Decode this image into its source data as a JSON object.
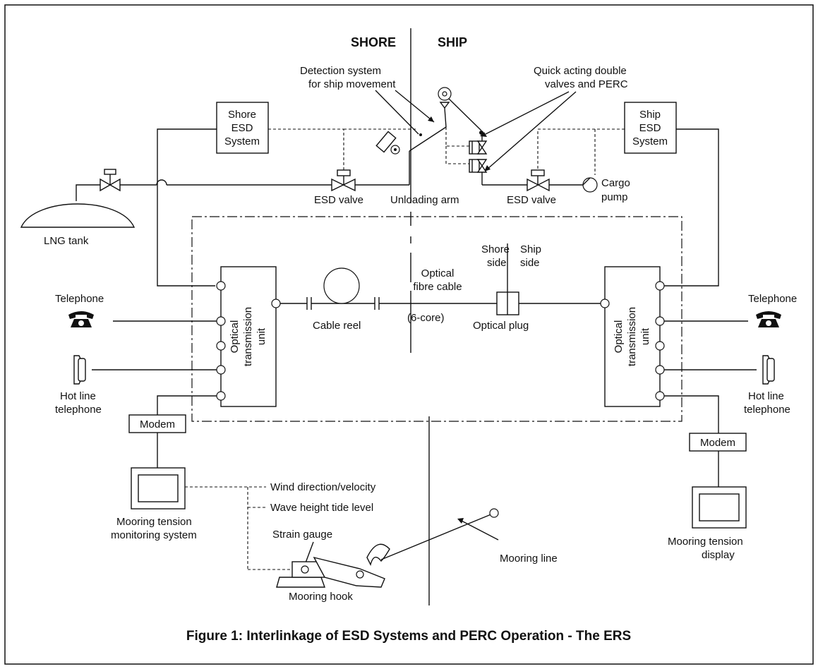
{
  "headings": {
    "shore": "SHORE",
    "ship": "SHIP"
  },
  "labels": {
    "detection_1": "Detection system",
    "detection_2": "for ship movement",
    "quick_1": "Quick acting double",
    "quick_2": "valves and PERC",
    "shore_esd_1": "Shore",
    "shore_esd_2": "ESD",
    "shore_esd_3": "System",
    "ship_esd_1": "Ship",
    "ship_esd_2": "ESD",
    "ship_esd_3": "System",
    "esd_valve_left": "ESD valve",
    "esd_valve_right": "ESD valve",
    "unloading_arm": "Unloading arm",
    "cargo_pump_1": "Cargo",
    "cargo_pump_2": "pump",
    "lng_tank": "LNG tank",
    "shore_side_1": "Shore",
    "shore_side_2": "side",
    "ship_side_1": "Ship",
    "ship_side_2": "side",
    "optical_1": "Optical",
    "optical_2": "fibre cable",
    "six_core": "(6-core)",
    "cable_reel": "Cable reel",
    "optical_plug": "Optical plug",
    "otu_left_1": "Optical",
    "otu_left_2": "transmission",
    "otu_left_3": "unit",
    "otu_right_1": "Optical",
    "otu_right_2": "transmission",
    "otu_right_3": "unit",
    "telephone_left": "Telephone",
    "telephone_right": "Telephone",
    "hotline_left_1": "Hot line",
    "hotline_left_2": "telephone",
    "hotline_right_1": "Hot line",
    "hotline_right_2": "telephone",
    "modem_left": "Modem",
    "modem_right": "Modem",
    "mts_1": "Mooring tension",
    "mts_2": "monitoring system",
    "wind": "Wind direction/velocity",
    "wave": "Wave height tide level",
    "strain_gauge": "Strain gauge",
    "mooring_hook": "Mooring hook",
    "mooring_line": "Mooring line",
    "mtd_1": "Mooring tension",
    "mtd_2": "display"
  },
  "caption": "Figure 1:  Interlinkage of ESD Systems and PERC Operation - The ERS",
  "icons": [
    "telephone-icon",
    "hotline-telephone-icon",
    "valve-icon",
    "pump-icon",
    "monitor-icon",
    "cable-reel-icon"
  ]
}
